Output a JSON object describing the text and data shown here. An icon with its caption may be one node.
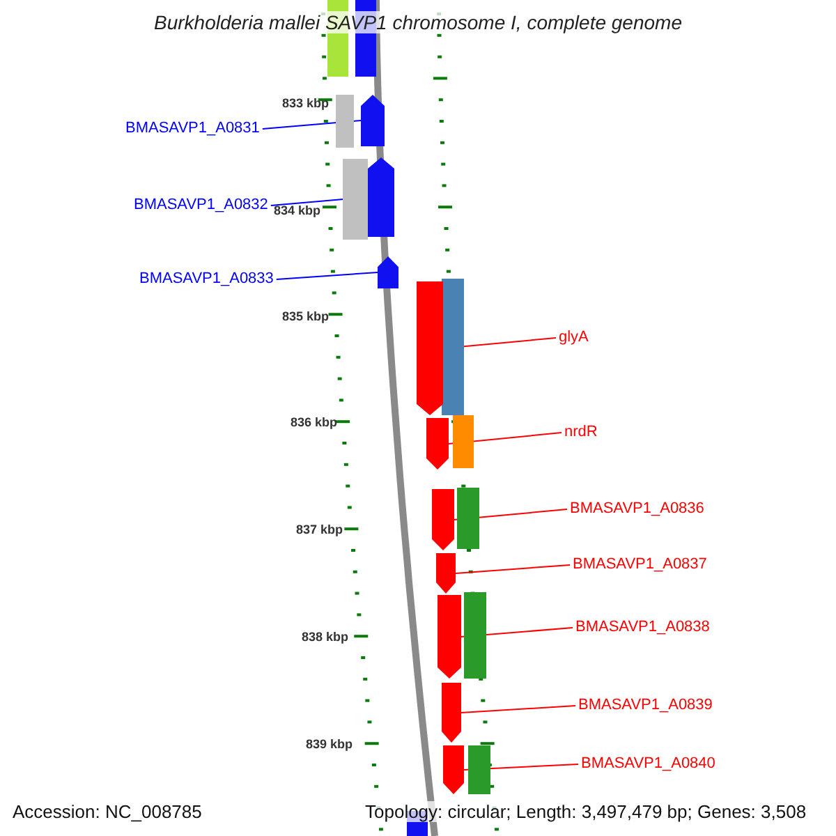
{
  "diagram": {
    "title": "Burkholderia mallei SAVP1 chromosome I, complete genome",
    "nodes": [
      {
        "text": [
          "BMASAVP1_A0831"
        ]
      },
      {
        "text": [
          "BMASAVP1_A0832"
        ]
      },
      {
        "text": [
          "BMASAVP1_A0833"
        ]
      },
      {
        "text": [
          "glyA"
        ]
      },
      {
        "text": [
          "nrdR"
        ]
      },
      {
        "text": [
          "BMASAVP1_A0836"
        ]
      },
      {
        "text": [
          "BMASAVP1_A0837"
        ]
      },
      {
        "text": [
          "BMASAVP1_A0838"
        ]
      },
      {
        "text": [
          "BMASAVP1_A0839"
        ]
      },
      {
        "text": [
          "BMASAVP1_A0840"
        ]
      },
      {
        "text": [],
        "shape": "pentagon"
      },
      {
        "text": [],
        "shape": "pentagon"
      },
      {
        "text": [],
        "shape": "pentagon"
      },
      {
        "text": [],
        "shape": "pentagon"
      },
      {
        "text": [],
        "shape": "pentagon"
      },
      {
        "text": [],
        "shape": "pentagon"
      },
      {
        "text": [],
        "shape": "pentagon"
      },
      {
        "text": [],
        "shape": "pentagon"
      },
      {
        "text": [],
        "shape": "pentagon"
      },
      {
        "text": [],
        "shape": "pentagon"
      },
      {
        "text": [],
        "shape": "bar"
      },
      {
        "text": [],
        "shape": "bar"
      },
      {
        "text": [],
        "shape": "bar"
      },
      {
        "text": [],
        "shape": "bar"
      },
      {
        "text": [],
        "shape": "bar"
      },
      {
        "text": [],
        "shape": "bar"
      },
      {
        "text": [],
        "shape": "bar"
      },
      {
        "text": [],
        "shape": "bar"
      },
      {
        "text": [],
        "shape": "bar"
      },
      {
        "text": [],
        "shape": "bar"
      }
    ],
    "edges": [
      {
        "from": 0,
        "to": 10,
        "arrow": "none",
        "color": "#0000ff"
      },
      {
        "from": 1,
        "to": 11,
        "arrow": "none",
        "color": "#0000ff"
      },
      {
        "from": 2,
        "to": 12,
        "arrow": "none",
        "color": "#0000ff"
      },
      {
        "from": 3,
        "to": 13,
        "arrow": "none"
      },
      {
        "from": 4,
        "to": 14,
        "arrow": "none"
      },
      {
        "from": 5,
        "to": 15,
        "arrow": "none"
      },
      {
        "from": 6,
        "to": 16,
        "arrow": "none"
      },
      {
        "from": 7,
        "to": 17,
        "arrow": "none"
      },
      {
        "from": 8,
        "to": 18,
        "arrow": "none"
      },
      {
        "from": 9,
        "to": 19,
        "arrow": "none"
      }
    ],
    "labels": [
      "833 kbp",
      "834 kbp",
      "835 kbp",
      "836 kbp",
      "837 kbp",
      "838 kbp",
      "839 kbp",
      "Accession: NC_008785",
      "Topology: circular; Length: 3,497,479 bp; Genes: 3,508"
    ]
  }
}
